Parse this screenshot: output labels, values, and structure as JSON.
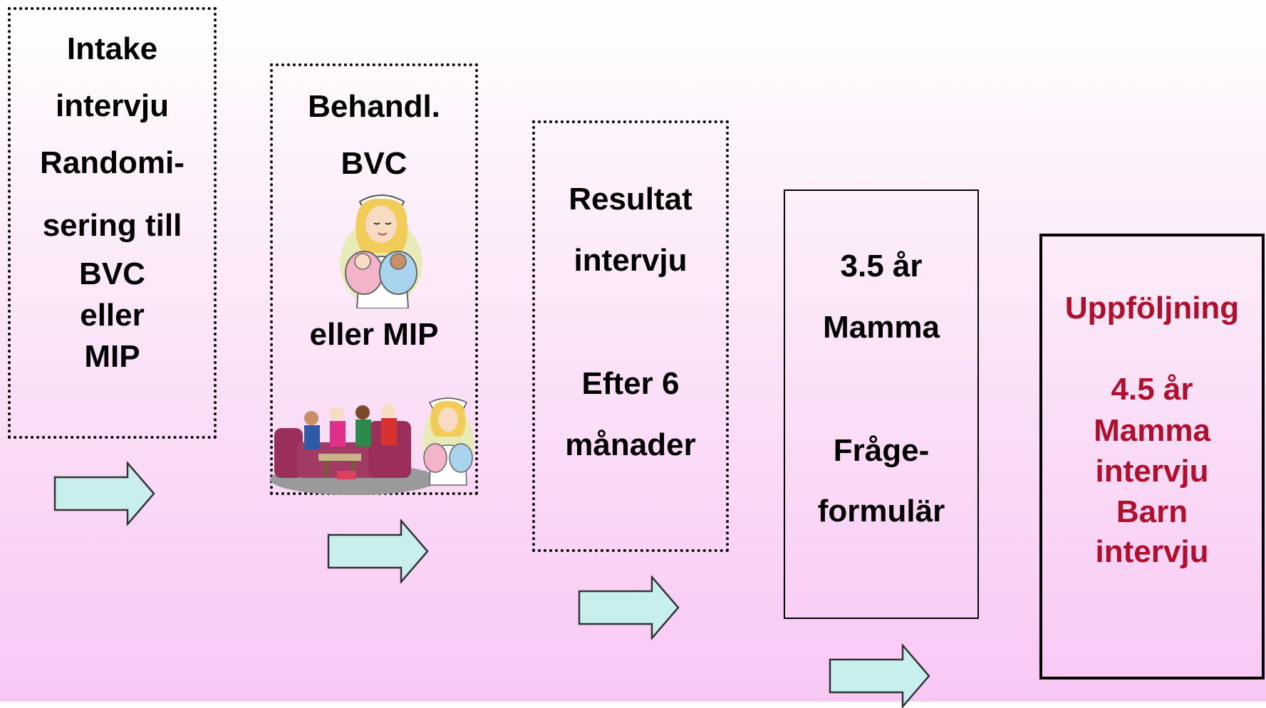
{
  "steps": [
    {
      "lines": [
        "Intake",
        "intervju",
        "Randomi-",
        "sering till",
        "BVC",
        "eller",
        "MIP"
      ]
    },
    {
      "lines": [
        "Behandl.",
        "BVC",
        "eller MIP"
      ]
    },
    {
      "lines": [
        "Resultat",
        "intervju",
        "Efter 6",
        "månader"
      ]
    },
    {
      "lines": [
        "3.5 år",
        "Mamma",
        "Fråge-",
        "formulär"
      ]
    },
    {
      "lines": [
        "Uppföljning",
        "4.5 år",
        "Mamma",
        "intervju",
        "Barn",
        "intervju"
      ]
    }
  ],
  "colors": {
    "arrow_fill": "#c8eeee",
    "arrow_stroke": "#333333",
    "highlight_text": "#b0102e"
  }
}
